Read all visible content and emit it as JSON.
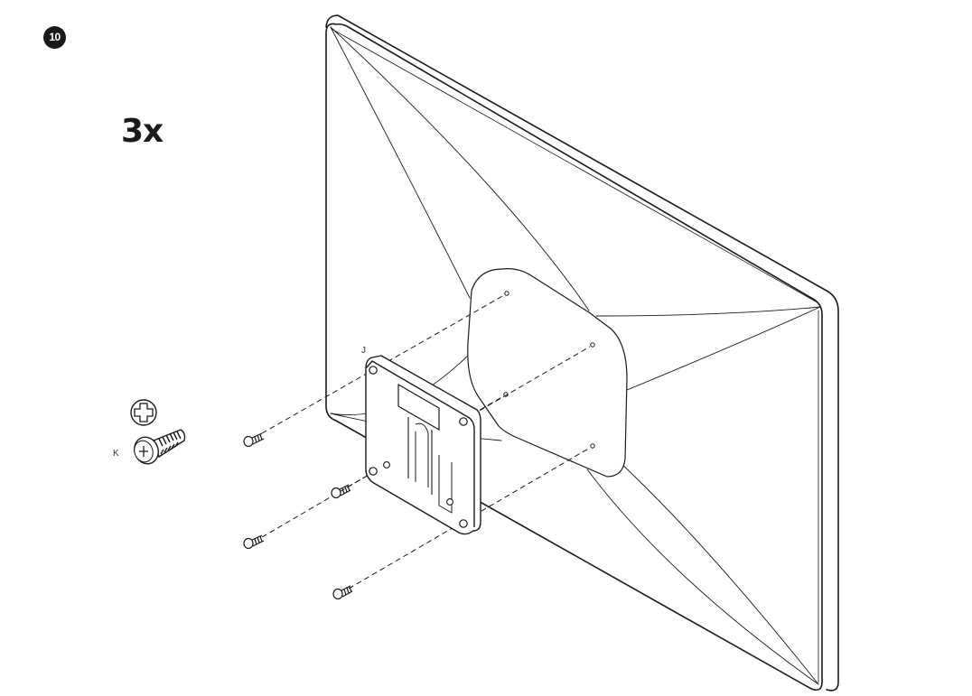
{
  "step": {
    "number": "10"
  },
  "quantity": {
    "text": "3x"
  },
  "parts": {
    "bracket_label": "J",
    "screw_label": "K"
  },
  "icons": {
    "step_badge": "step-number-badge",
    "screw_head": "phillips-head-icon",
    "screw": "screw-icon",
    "monitor": "monitor-back-panel",
    "bracket": "mounting-bracket"
  },
  "colors": {
    "line": "#1a1a1a",
    "background": "#ffffff"
  }
}
